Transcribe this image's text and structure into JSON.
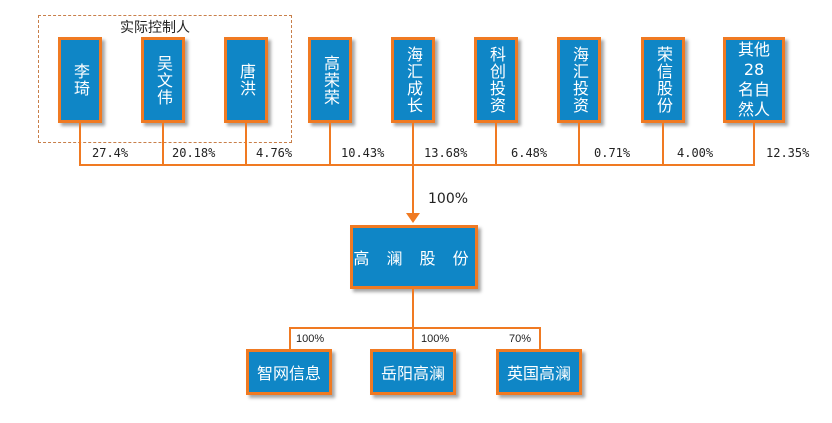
{
  "controller_label": "实际控制人",
  "shareholders": [
    {
      "name": "李琦",
      "pct": "27.4%"
    },
    {
      "name": "吴文伟",
      "pct": "20.18%"
    },
    {
      "name": "唐洪",
      "pct": "4.76%"
    },
    {
      "name": "高荣荣",
      "pct": "10.43%"
    },
    {
      "name": "海汇成长",
      "pct": "13.68%"
    },
    {
      "name": "科创投资",
      "pct": "6.48%"
    },
    {
      "name": "海汇投资",
      "pct": "0.71%"
    },
    {
      "name": "荣信股份",
      "pct": "4.00%"
    },
    {
      "name": "其他28名自然人",
      "pct": "12.35%"
    }
  ],
  "company": {
    "name": "高 澜 股 份",
    "ownership": "100%"
  },
  "subsidiaries": [
    {
      "name": "智网信息",
      "pct": "100%"
    },
    {
      "name": "岳阳高澜",
      "pct": "100%"
    },
    {
      "name": "英国高澜",
      "pct": "70%"
    }
  ],
  "colors": {
    "box_fill": "#0f86c6",
    "border": "#f07a22",
    "text": "#ffffff"
  }
}
